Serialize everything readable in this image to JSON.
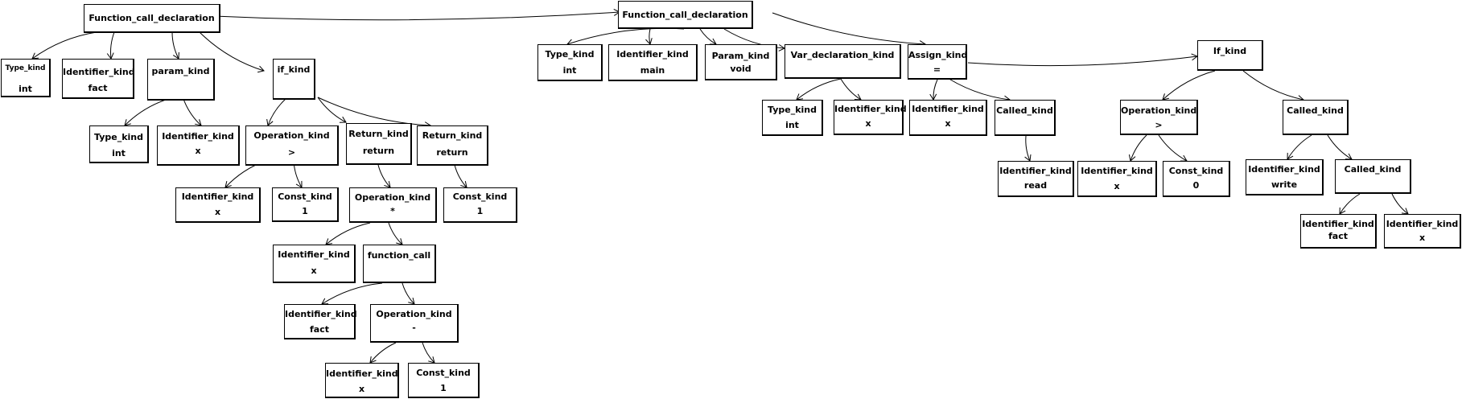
{
  "nodes": {
    "fcd1": {
      "label": "Function_call_declaration",
      "value": ""
    },
    "type1": {
      "label": "Type_kind",
      "value": "int"
    },
    "id_fact": {
      "label": "Identifier_kind",
      "value": "fact"
    },
    "param1": {
      "label": "param_kind",
      "value": ""
    },
    "if1": {
      "label": "if_kind",
      "value": ""
    },
    "ptype": {
      "label": "Type_kind",
      "value": "int"
    },
    "pid": {
      "label": "Identifier_kind",
      "value": "x"
    },
    "op1": {
      "label": "Operation_kind",
      "value": ">"
    },
    "ret1": {
      "label": "Return_kind",
      "value": "return"
    },
    "ret2": {
      "label": "Return_kind",
      "value": "return"
    },
    "op1_id": {
      "label": "Identifier_kind",
      "value": "x"
    },
    "op1_c": {
      "label": "Const_kind",
      "value": "1"
    },
    "op2": {
      "label": "Operation_kind",
      "value": "*"
    },
    "ret2_c": {
      "label": "Const_kind",
      "value": "1"
    },
    "op2_id": {
      "label": "Identifier_kind",
      "value": "x"
    },
    "fcall": {
      "label": "function_call",
      "value": ""
    },
    "fc_id": {
      "label": "Identifier_kind",
      "value": "fact"
    },
    "op3": {
      "label": "Operation_kind",
      "value": "-"
    },
    "op3_id": {
      "label": "Identifier_kind",
      "value": "x"
    },
    "op3_c": {
      "label": "Const_kind",
      "value": "1"
    },
    "fcd2": {
      "label": "Function_call_declaration",
      "value": ""
    },
    "type2": {
      "label": "Type_kind",
      "value": "int"
    },
    "id_main": {
      "label": "Identifier_kind",
      "value": "main"
    },
    "param2": {
      "label": "Param_kind",
      "value": "void"
    },
    "vardecl": {
      "label": "Var_declaration_kind",
      "value": ""
    },
    "assign": {
      "label": "Assign_kind",
      "value": "="
    },
    "vd_type": {
      "label": "Type_kind",
      "value": "int"
    },
    "vd_id": {
      "label": "Identifier_kind",
      "value": "x"
    },
    "as_id": {
      "label": "Identifier_kind",
      "value": "x"
    },
    "called1": {
      "label": "Called_kind",
      "value": ""
    },
    "read_id": {
      "label": "Identifier_kind",
      "value": "read"
    },
    "if2": {
      "label": "If_kind",
      "value": ""
    },
    "op4": {
      "label": "Operation_kind",
      "value": ">"
    },
    "called2": {
      "label": "Called_kind",
      "value": ""
    },
    "op4_id": {
      "label": "Identifier_kind",
      "value": "x"
    },
    "op4_c": {
      "label": "Const_kind",
      "value": "0"
    },
    "write_id": {
      "label": "Identifier_kind",
      "value": "write"
    },
    "called3": {
      "label": "Called_kind",
      "value": ""
    },
    "fact_id2": {
      "label": "Identifier_kind",
      "value": "fact"
    },
    "x_id2": {
      "label": "Identifier_kind",
      "value": "x"
    }
  }
}
